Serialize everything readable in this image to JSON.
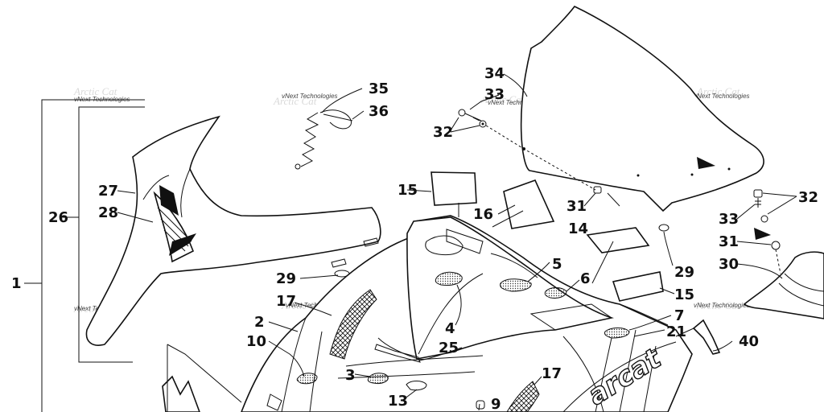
{
  "callouts": {
    "c1": "1",
    "c2": "2",
    "c3": "3",
    "c4": "4",
    "c5": "5",
    "c6": "6",
    "c7": "7",
    "c9": "9",
    "c10": "10",
    "c13": "13",
    "c14": "14",
    "c15a": "15",
    "c15b": "15",
    "c16": "16",
    "c17a": "17",
    "c17b": "17",
    "c21": "21",
    "c25": "25",
    "c26": "26",
    "c27": "27",
    "c28": "28",
    "c29a": "29",
    "c29b": "29",
    "c30": "30",
    "c31a": "31",
    "c31b": "31",
    "c32a": "32",
    "c32b": "32",
    "c33a": "33",
    "c33b": "33",
    "c34": "34",
    "c35": "35",
    "c36": "36",
    "c40": "40"
  },
  "watermark": {
    "text": "vNext Technologies"
  },
  "decal": {
    "brand_text": "arcat"
  }
}
